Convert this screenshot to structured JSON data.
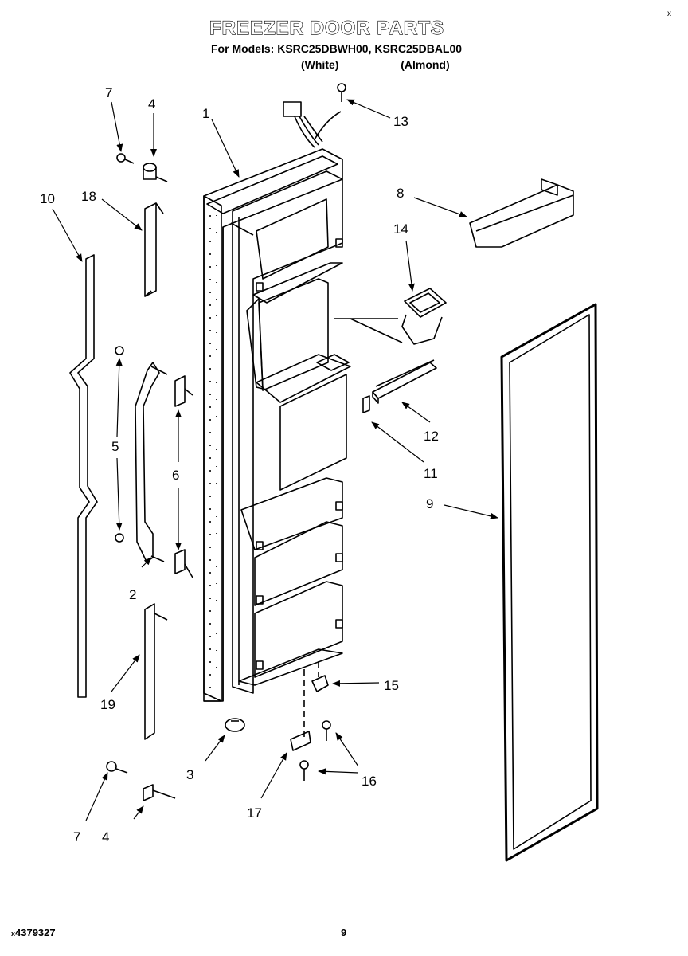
{
  "header": {
    "title": "FREEZER DOOR PARTS",
    "models_line": "For Models: KSRC25DBWH00, KSRC25DBAL00",
    "variant_white": "(White)",
    "variant_almond": "(Almond)",
    "corner_mark": "x"
  },
  "footer": {
    "doc_number": "4379327",
    "page_number": "9"
  },
  "callouts": [
    {
      "id": "c1",
      "label": "1"
    },
    {
      "id": "c2",
      "label": "2"
    },
    {
      "id": "c3",
      "label": "3"
    },
    {
      "id": "c4a",
      "label": "4"
    },
    {
      "id": "c4b",
      "label": "4"
    },
    {
      "id": "c5",
      "label": "5"
    },
    {
      "id": "c6",
      "label": "6"
    },
    {
      "id": "c7a",
      "label": "7"
    },
    {
      "id": "c7b",
      "label": "7"
    },
    {
      "id": "c8",
      "label": "8"
    },
    {
      "id": "c9",
      "label": "9"
    },
    {
      "id": "c10",
      "label": "10"
    },
    {
      "id": "c11",
      "label": "11"
    },
    {
      "id": "c12",
      "label": "12"
    },
    {
      "id": "c13",
      "label": "13"
    },
    {
      "id": "c14",
      "label": "14"
    },
    {
      "id": "c15",
      "label": "15"
    },
    {
      "id": "c16",
      "label": "16"
    },
    {
      "id": "c17",
      "label": "17"
    },
    {
      "id": "c18",
      "label": "18"
    },
    {
      "id": "c19",
      "label": "19"
    }
  ]
}
